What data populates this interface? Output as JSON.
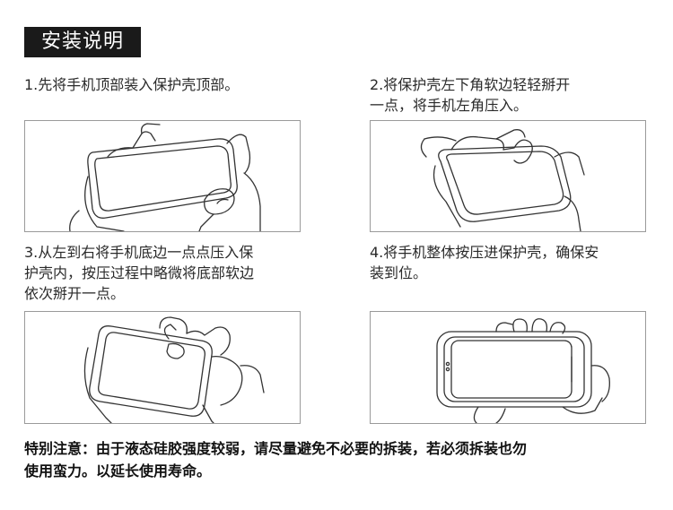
{
  "title": "安装说明",
  "steps": [
    {
      "text": "1.先将手机顶部装入保护壳顶部。",
      "illustration": "phone-top-insert-illustration"
    },
    {
      "text": "2.将保护壳左下角软边轻轻掰开\n一点，将手机左角压入。",
      "illustration": "phone-left-corner-illustration"
    },
    {
      "text": "3.从左到右将手机底边一点点压入保\n护壳内，按压过程中略微将底部软边\n依次掰开一点。",
      "illustration": "phone-bottom-edge-illustration"
    },
    {
      "text": "4.将手机整体按压进保护壳，确保安\n装到位。",
      "illustration": "phone-full-press-illustration"
    }
  ],
  "note": "特别注意：由于液态硅胶强度较弱，请尽量避免不必要的拆装，若必须拆装也勿\n使用蛮力。以延长使用寿命。"
}
